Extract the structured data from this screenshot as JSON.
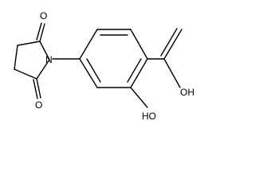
{
  "molecule": {
    "atoms": {
      "imide_oxygen_top": "O",
      "imide_oxygen_bottom": "O",
      "ring_nitrogen": "N",
      "acid_group": "OH",
      "hydroxyl_group": "HO"
    }
  },
  "style": {
    "bond_color": "#000000",
    "background": "#ffffff"
  }
}
